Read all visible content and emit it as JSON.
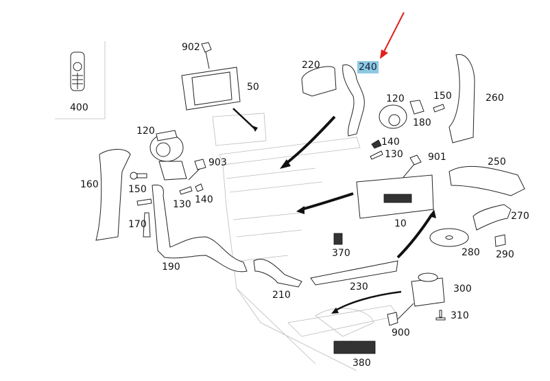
{
  "diagram": {
    "title": "",
    "highlight_color": "#8ec9e3",
    "pointer_arrow_color": "#e0201c",
    "selected_part": "240",
    "parts": [
      {
        "id": "p400",
        "label": "400",
        "description": "remote-control"
      },
      {
        "id": "p902",
        "label": "902",
        "description": "connector"
      },
      {
        "id": "p50",
        "label": "50",
        "description": "display-unit"
      },
      {
        "id": "p220",
        "label": "220",
        "description": "air-duct"
      },
      {
        "id": "p240",
        "label": "240",
        "description": "air-hose",
        "highlighted": true
      },
      {
        "id": "p120a",
        "label": "120",
        "description": "blower-fan-right"
      },
      {
        "id": "p150a",
        "label": "150",
        "description": "screw-right"
      },
      {
        "id": "p260",
        "label": "260",
        "description": "air-duct-vertical"
      },
      {
        "id": "p180",
        "label": "180",
        "description": "seal-ring"
      },
      {
        "id": "p140a",
        "label": "140",
        "description": "clip-right"
      },
      {
        "id": "p130a",
        "label": "130",
        "description": "clip-right-small"
      },
      {
        "id": "p901",
        "label": "901",
        "description": "connector"
      },
      {
        "id": "p250",
        "label": "250",
        "description": "air-duct"
      },
      {
        "id": "p120b",
        "label": "120",
        "description": "blower-fan-left"
      },
      {
        "id": "p903",
        "label": "903",
        "description": "connector"
      },
      {
        "id": "p160",
        "label": "160",
        "description": "air-duct-left"
      },
      {
        "id": "p150b",
        "label": "150",
        "description": "screw-left"
      },
      {
        "id": "p130b",
        "label": "130",
        "description": "clip-left"
      },
      {
        "id": "p140b",
        "label": "140",
        "description": "clip-left-small"
      },
      {
        "id": "p170",
        "label": "170",
        "description": "bolt"
      },
      {
        "id": "p10",
        "label": "10",
        "description": "head-unit"
      },
      {
        "id": "p270",
        "label": "270",
        "description": "duct-elbow"
      },
      {
        "id": "p280",
        "label": "280",
        "description": "disc"
      },
      {
        "id": "p290",
        "label": "290",
        "description": "memory-card"
      },
      {
        "id": "p370",
        "label": "370",
        "description": "clip"
      },
      {
        "id": "p190",
        "label": "190",
        "description": "air-duct-lower"
      },
      {
        "id": "p210",
        "label": "210",
        "description": "air-outlet"
      },
      {
        "id": "p230",
        "label": "230",
        "description": "trim-strip"
      },
      {
        "id": "p300",
        "label": "300",
        "description": "controller-knob"
      },
      {
        "id": "p310",
        "label": "310",
        "description": "screw"
      },
      {
        "id": "p900",
        "label": "900",
        "description": "connector"
      },
      {
        "id": "p380",
        "label": "380",
        "description": "switch-panel"
      }
    ]
  }
}
